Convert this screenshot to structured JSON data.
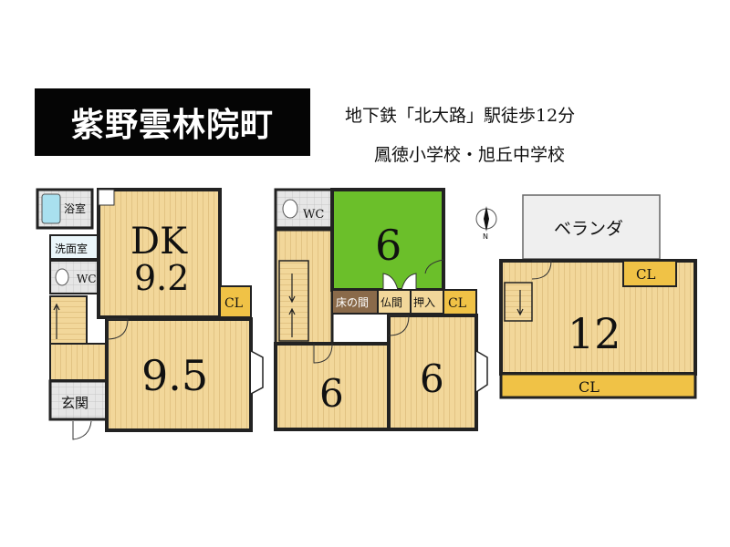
{
  "header": {
    "area_name": "紫野雲林院町",
    "access": "地下鉄「北大路」駅徒歩12分",
    "schools": "鳳徳小学校・旭丘中学校"
  },
  "compass": {
    "north_label": "N"
  },
  "floor1": {
    "bath": "浴室",
    "washroom": "洗面室",
    "toilet": "WC",
    "dk_label": "DK",
    "dk_size": "9.2",
    "closet": "CL",
    "room_size": "9.5",
    "entrance": "玄関"
  },
  "floor2": {
    "toilet": "WC",
    "tatami_room_size": "6",
    "tokonoma": "床の間",
    "butsuma": "仏間",
    "oshiire": "押入",
    "closet": "CL",
    "room_left_size": "6",
    "room_right_size": "6"
  },
  "floor3": {
    "veranda": "ベランダ",
    "closet_top": "CL",
    "room_size": "12",
    "closet_bottom": "CL"
  },
  "colors": {
    "wall": "#222222",
    "floor_wood": "#f2d79a",
    "floor_line": "#c9a560",
    "tatami": "#6bbf2a",
    "closet": "#f0c246",
    "tile": "#dcdcdc",
    "bath": "#a9e0ef",
    "banner": "#050505"
  }
}
